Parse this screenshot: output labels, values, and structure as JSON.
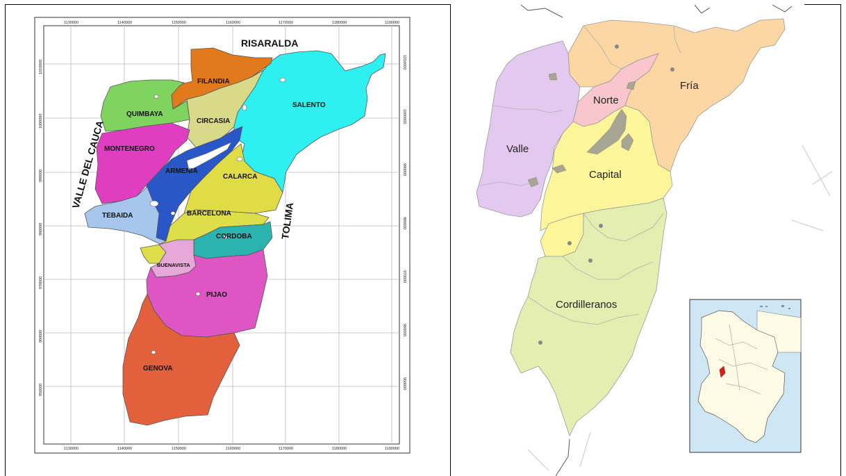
{
  "left_map": {
    "x_ticks": [
      "1130000",
      "1140000",
      "1150000",
      "1160000",
      "1170000",
      "1180000",
      "1190000"
    ],
    "y_ticks": [
      "1010000",
      "1000000",
      "990000",
      "980000",
      "970000",
      "960000",
      "950000"
    ],
    "borders": {
      "north": "RISARALDA",
      "west": "VALLE DEL CAUCA",
      "east": "TOLIMA"
    },
    "municipalities": [
      {
        "name": "FILANDIA",
        "color": "#e07a1c"
      },
      {
        "name": "SALENTO",
        "color": "#2ef0f0"
      },
      {
        "name": "QUIMBAYA",
        "color": "#7fd45f"
      },
      {
        "name": "CIRCASIA",
        "color": "#d9d98a"
      },
      {
        "name": "MONTENEGRO",
        "color": "#e03ec0"
      },
      {
        "name": "ARMENIA",
        "color": "#2a57c7"
      },
      {
        "name": "CALARCA",
        "color": "#e0dc45"
      },
      {
        "name": "TEBAIDA",
        "color": "#a6c6ee"
      },
      {
        "name": "BARCELONA",
        "color": "#dedd4a"
      },
      {
        "name": "CORDOBA",
        "color": "#2bb3b0"
      },
      {
        "name": "BUENAVISTA",
        "color": "#e6a8d8"
      },
      {
        "name": "PIJAO",
        "color": "#dd56c4"
      },
      {
        "name": "GENOVA",
        "color": "#e2603c"
      }
    ]
  },
  "right_map": {
    "regions": [
      {
        "name": "Fría",
        "color": "#fdd7a3"
      },
      {
        "name": "Norte",
        "color": "#f8c6cc"
      },
      {
        "name": "Valle",
        "color": "#e3c9ef"
      },
      {
        "name": "Capital",
        "color": "#fdf59a"
      },
      {
        "name": "Cordilleranos",
        "color": "#e3eeb0"
      }
    ]
  }
}
